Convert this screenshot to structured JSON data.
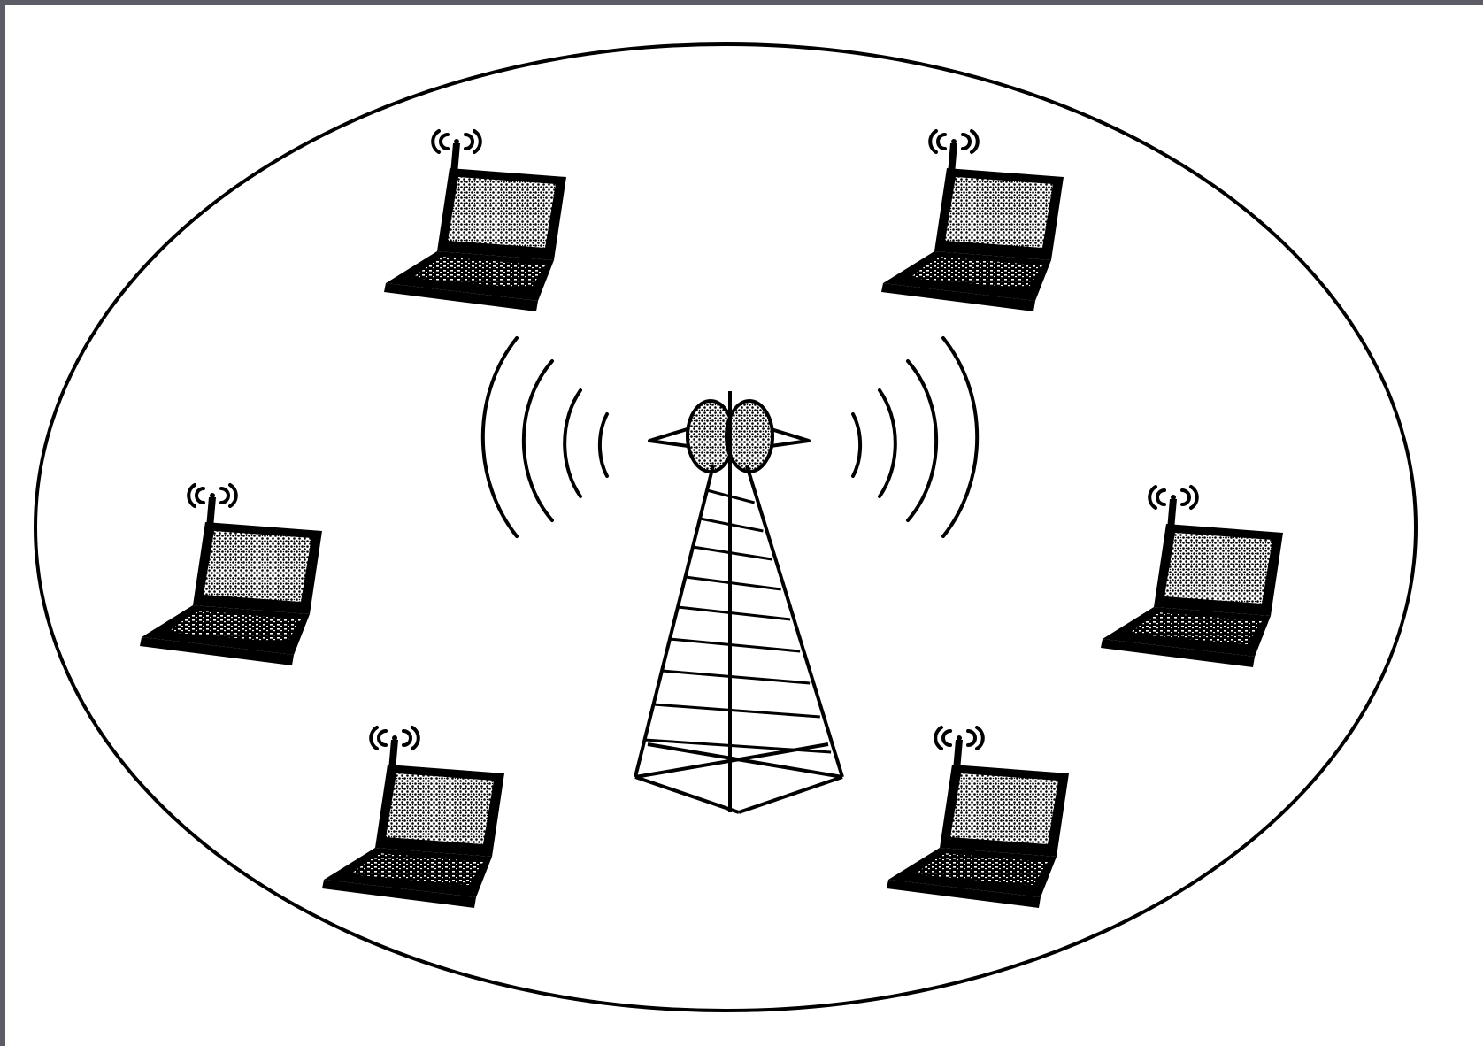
{
  "diagram": {
    "frame_color": "#5c5c66",
    "background_color": "#ffffff",
    "ink_color": "#000000",
    "screen_fill": "dotted-gray",
    "tower": {
      "icon": "cell-tower-icon"
    },
    "laptops": [
      {
        "id": "top-left",
        "icon": "laptop-icon"
      },
      {
        "id": "top-right",
        "icon": "laptop-icon"
      },
      {
        "id": "middle-left",
        "icon": "laptop-icon"
      },
      {
        "id": "middle-right",
        "icon": "laptop-icon"
      },
      {
        "id": "bottom-left",
        "icon": "laptop-icon"
      },
      {
        "id": "bottom-right",
        "icon": "laptop-icon"
      }
    ]
  }
}
